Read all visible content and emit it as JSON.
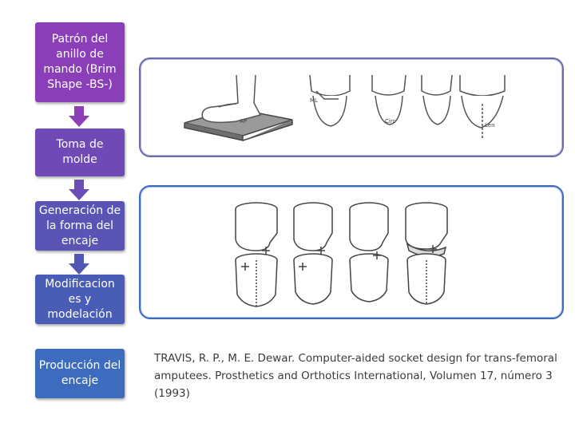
{
  "steps": [
    {
      "label": "Patrón del anillo de mando (Brim Shape -BS-)"
    },
    {
      "label": "Toma de molde"
    },
    {
      "label": "Generación de la forma del encaje"
    },
    {
      "label": "Modificacion es y modelación"
    },
    {
      "label": "Producción del encaje"
    }
  ],
  "colors": {
    "step_fills": [
      "#8a3fb8",
      "#6f4ab6",
      "#5a54b5",
      "#4a5db6",
      "#3d6cbf"
    ],
    "arrow_fills": [
      "#8e3fb8",
      "#6c4cb6",
      "#5157b3"
    ],
    "panel_top_border": "#6b6bb0",
    "panel_bottom_border": "#3d6cbf"
  },
  "figure_top": {
    "labels": {
      "ap": "AP",
      "ml": "ML",
      "circ": "Circ",
      "len": "Len"
    }
  },
  "citation": "TRAVIS, R. P., M. E. Dewar. Computer-aided socket design for trans-femoral amputees. Prosthetics and Orthotics International, Volumen 17, número 3 (1993)"
}
